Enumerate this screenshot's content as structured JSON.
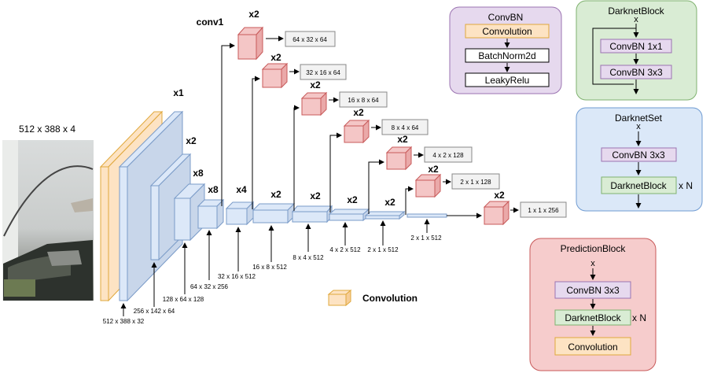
{
  "input": {
    "size_label": "512 x 388 x 4",
    "photo_alt": "input image"
  },
  "backbone": {
    "conv1_label": "conv1",
    "stages": [
      {
        "mult": "x1",
        "dims": "512 x 388 x 32"
      },
      {
        "mult": "x2",
        "dims": "256 x 142 x 64"
      },
      {
        "mult": "x8",
        "dims": "128 x 64 x 128"
      },
      {
        "mult": "x8",
        "dims": "64 x 32 x 256"
      },
      {
        "mult": "x4",
        "dims": "32 x 16 x 512"
      },
      {
        "mult": "x2",
        "dims": "16 x 8 x 512"
      },
      {
        "mult": "x2",
        "dims": "8 x 4 x 512"
      },
      {
        "mult": "x2",
        "dims": "4 x 2 x 512"
      },
      {
        "mult": "x2",
        "dims": "2 x 1 x 512"
      },
      {
        "mult": "",
        "dims": "2 x 1 x 512"
      }
    ]
  },
  "heads": [
    {
      "mult": "x2",
      "out": "64 x 32 x 64"
    },
    {
      "mult": "x2",
      "out": "32 x 16 x 64"
    },
    {
      "mult": "x2",
      "out": "16 x 8 x 64"
    },
    {
      "mult": "x2",
      "out": "8 x 4 x 64"
    },
    {
      "mult": "x2",
      "out": "4 x 2 x 128"
    },
    {
      "mult": "x2",
      "out": "2 x 1 x 128"
    },
    {
      "mult": "x2",
      "out": "1 x 1 x 256"
    }
  ],
  "legend": {
    "convolution": "Convolution"
  },
  "convbn": {
    "title": "ConvBN",
    "steps": [
      "Convolution",
      "BatchNorm2d",
      "LeakyRelu"
    ]
  },
  "darknet_block": {
    "title": "DarknetBlock",
    "input": "x",
    "steps": [
      "ConvBN 1x1",
      "ConvBN 3x3"
    ]
  },
  "darknet_set": {
    "title": "DarknetSet",
    "input": "x",
    "steps": [
      "ConvBN 3x3",
      "DarknetBlock"
    ],
    "repeat": "x N"
  },
  "prediction_block": {
    "title": "PredictionBlock",
    "input": "x",
    "steps": [
      "ConvBN 3x3",
      "DarknetBlock",
      "Convolution"
    ],
    "repeat": "x N"
  },
  "colors": {
    "conv_orange": "#fde3c3",
    "conv_orange_stroke": "#e0a83c",
    "block_blue": "#dce8f8",
    "block_blue_side": "#c8d6ea",
    "block_stroke": "#7a9bc8",
    "head_red": "#f4c6c6",
    "head_red_stroke": "#c85a5a",
    "convbn_bg": "#e6d9ee",
    "darknetblock_bg": "#d9ecd4",
    "darknetset_bg": "#dbe8f8",
    "prediction_bg": "#f6cccc"
  }
}
